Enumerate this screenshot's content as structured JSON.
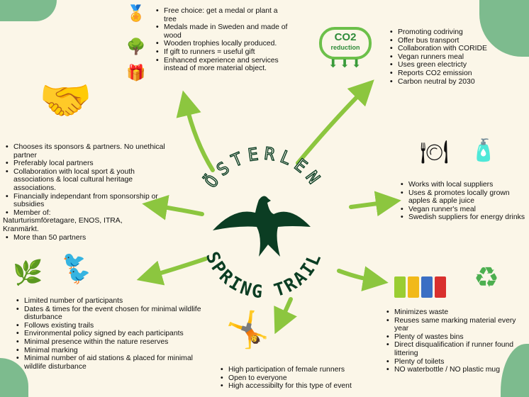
{
  "logo": {
    "top_text": "ÖSTERLEN",
    "bottom_text": "SPRING TRAIL"
  },
  "co2_badge": {
    "main": "CO2",
    "sub": "reduction"
  },
  "colors": {
    "background": "#fbf6e8",
    "arrow": "#8cc63f",
    "logo": "#0b3d23",
    "blob": "#6fb584"
  },
  "sections": {
    "awards": [
      "Free choice: get a medal or plant a tree",
      "Medals made in Sweden and made of wood",
      "Wooden trophies locally produced.",
      "If gift to runners = useful gift",
      "Enhanced experience and services instead of more material object."
    ],
    "climate": [
      "Promoting codriving",
      "Offer bus transport",
      "Collaboration with CORIDE",
      "Vegan runners meal",
      "Uses green electricty",
      "Reports CO2 emission",
      "Carbon neutral by 2030"
    ],
    "partners": [
      "Chooses its sponsors & partners. No unethical partner",
      "Preferably local partners",
      "Collaboration with local sport & youth associations & local cultural heritage associations.",
      "Financially independant from sponsorship or subsidies",
      "Member of:"
    ],
    "partners_member_list": "Naturturismföretagare, ENOS, ITRA, Kranmärkt.",
    "partners_last": "More than 50 partners",
    "food": [
      "Works with local suppliers",
      "Uses & promotes locally grown apples & apple juice",
      "Vegan runner's meal",
      "Swedish suppliers for energy drinks"
    ],
    "nature": [
      "Limited number of participants",
      "Dates & times for the event chosen for minimal wildlife disturbance",
      "Follows existing trails",
      "Environmental policy signed by each participants",
      "Minimal presence within the nature reserves",
      "Minimal marking",
      "Minimal number of aid stations & placed for minimal wildlife disturbance"
    ],
    "inclusion": [
      "High participation of female runners",
      "Open to everyone",
      "High accessibilty for this type of event"
    ],
    "waste": [
      "Minimizes waste",
      "Reuses same marking material every year",
      "Plenty of wastes bins",
      "Direct disqualification if runner found littering",
      " Plenty of toilets",
      "NO waterbottle / NO plastic mug"
    ]
  }
}
